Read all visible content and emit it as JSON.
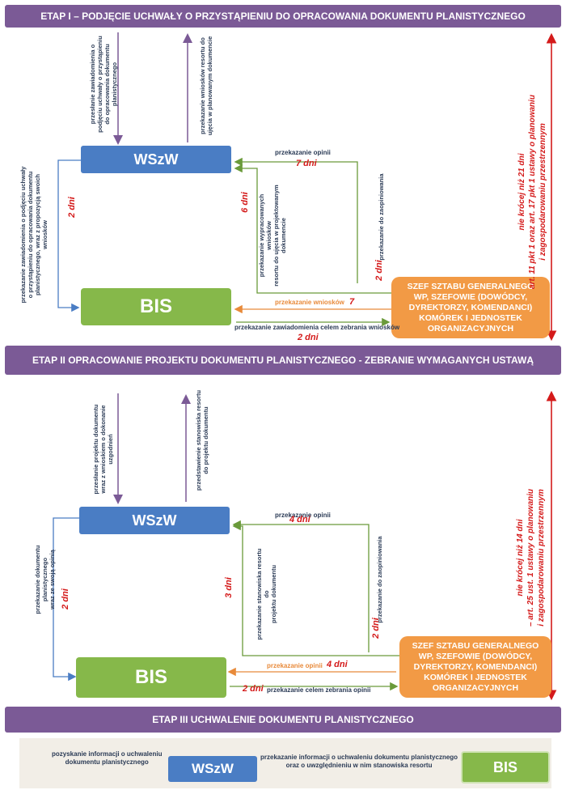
{
  "stage1": {
    "title": "ETAP I –  PODJĘCIE UCHWAŁY O PRZYSTĄPIENIU DO OPRACOWANIA DOKUMENTU PLANISTYCZNEGO",
    "wszw": "WSzW",
    "bis": "BIS",
    "szef": "SZEF SZTABU GENERALNEGO\nWP, SZEFOWIE (DOWÓDCY,\nDYREKTORZY, KOMENDANCI)\nKOMÓREK I JEDNOSTEK\nORGANIZACYJNYCH",
    "down_text": "przesłanie zawiadomienia o\npodjęciu uchwały o przystąpieniu\ndo opracowania dokumentu\nplanistycznego",
    "up_text": "przekazanie wniosków resortu do\nujęcia w planowanym dokumencie",
    "left_text": "przekazanie zawiadomienia o podjęciu uchwały\no przystąpieniu do opracowania dokumentu\nplanistycznego, wraz z propozycją swoich\nwniosków",
    "left_days": "2 dni",
    "mid_text": "przekazanie wypracowanych wniosków\nresortu do ujęcia w projektowanym\ndokumencie",
    "mid_days": "6 dni",
    "opinion_label": "przekazanie opinii",
    "opinion_days": "7 dni",
    "zaopiniowanie_label": "przekazanie do zaopiniowania",
    "zaopiniowanie_days": "2 dni",
    "wnioski_label": "przekazanie wniosków",
    "wnioski_days": "7",
    "zawiadomienie_label": "przekazanie zawiadomienia celem zebrania wniosków",
    "zawiadomienie_days": "2 dni",
    "side_note": "nie krócej niż 21 dni\nart. 11 pkt 1 oraz art. 17 pkt 1 ustawy o planowaniu\ni zagospodarowaniu przestrzennym"
  },
  "stage2": {
    "title": "ETAP II   OPRACOWANIE PROJEKTU DOKUMENTU PLANISTYCZNEGO -  ZEBRANIE WYMAGANYCH USTAWĄ UZGODNIEŃ",
    "wszw": "WSzW",
    "bis": "BIS",
    "szef": "SZEF SZTABU GENERALNEGO\nWP, SZEFOWIE (DOWÓDCY,\nDYREKTORZY, KOMENDANCI)\nKOMÓREK I JEDNOSTEK\nORGANIZACYJNYCH",
    "down_text": "przesłanie projektu dokumentu\nwraz z wnioskiem o dokonanie\nuzgodnień",
    "up_text": "przedstawienie stanowiska resortu\ndo projektu dokumentu",
    "left_text": "przekazanie dokumentu planistycznego\nwraz ze swoją opinią",
    "left_days": "2 dni",
    "mid_text": "przekazanie stanowiska resortu do\nprojektu dokumentu",
    "mid_days": "3 dni",
    "opinion_label": "przekazanie opinii",
    "opinion_days": "4 dni",
    "zaopiniowanie_label": "przekazanie do zaopiniowania",
    "zaopiniowanie_days": "2 dni",
    "opinii_label": "przekazanie opinii",
    "opinii_days": "4 dni",
    "zebranie_label": "przekazanie celem zebrania opinii",
    "zebranie_days": "2 dni",
    "side_note": "nie krócej niż 14 dni\n– art. 25 ust. 1 ustawy o planowaniu\ni zagospodarowaniu przestrzennym"
  },
  "stage3": {
    "title": "ETAP III   UCHWALENIE DOKUMENTU PLANISTYCZNEGO",
    "info_text": "pozyskanie informacji o uchwaleniu\ndokumentu planistycznego",
    "wszw": "WSzW",
    "pass_text": "przekazanie informacji o uchwaleniu dokumentu planistycznego\noraz o uwzględnieniu w nim stanowiska resortu",
    "bis": "BIS"
  },
  "colors": {
    "banner": "#7b5a96",
    "wszw": "#4a7dc4",
    "bis": "#86b84a",
    "szef": "#f29a45",
    "days": "#d41a1a",
    "arrow_purple": "#7b5a96",
    "arrow_blue": "#4a7dc4",
    "arrow_green": "#6a9a3a",
    "arrow_orange": "#e88a3a",
    "arrow_red": "#d41a1a"
  }
}
